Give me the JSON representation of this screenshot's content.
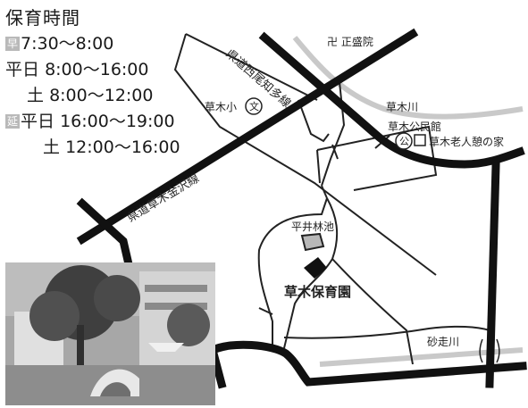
{
  "hours": {
    "title": "保育時間",
    "early_badge": "早",
    "early_time": "7:30〜8:00",
    "weekday_label": "平日",
    "weekday_time": "8:00〜16:00",
    "saturday_label": "土",
    "saturday_time": "8:00〜12:00",
    "extended_badge": "延",
    "ext_weekday_label": "平日",
    "ext_weekday_time": "16:00〜19:00",
    "ext_saturday_label": "土",
    "ext_saturday_time": "12:00〜16:00"
  },
  "map": {
    "temple_symbol": "卍",
    "temple": "正盛院",
    "road_nishio_chita": "県道西尾知多線",
    "road_kusagi_kanezawa": "県道草木金沢線",
    "school_name": "草木小",
    "school_symbol": "文",
    "river_kusagi": "草木川",
    "community_hall": "草木公民館",
    "hall_symbol": "公",
    "elderly_home": "草木老人憩の家",
    "pond": "平井林池",
    "nursery": "草木保育園",
    "river_sunahashi": "砂走川"
  },
  "colors": {
    "road_major": "#111111",
    "river": "#c9c9c9",
    "badge": "#b9b9b9"
  }
}
